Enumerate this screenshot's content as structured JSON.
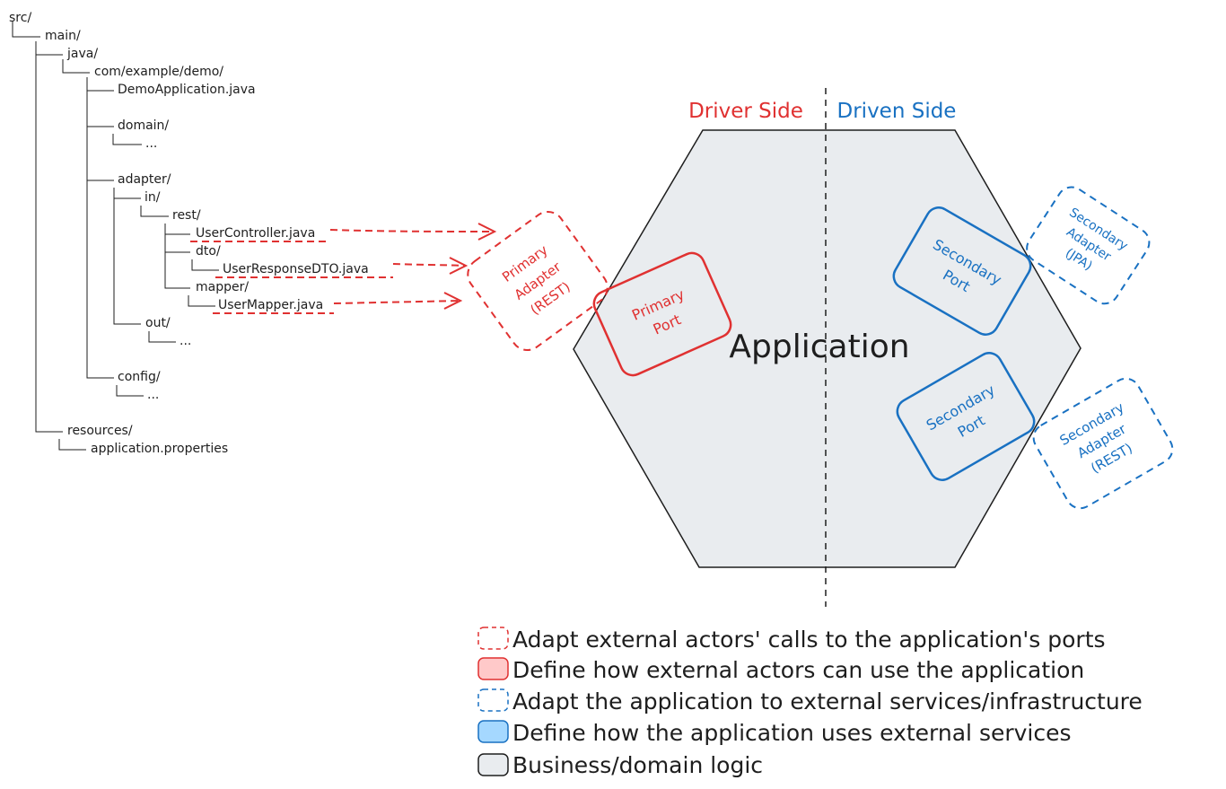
{
  "tree": {
    "items": [
      "src/",
      "main/",
      "java/",
      "com/example/demo/",
      "DemoApplication.java",
      "domain/",
      "...",
      "adapter/",
      "in/",
      "rest/",
      "UserController.java",
      "dto/",
      "UserResponseDTO.java",
      "mapper/",
      "UserMapper.java",
      "out/",
      "...",
      "config/",
      "...",
      "resources/",
      "application.properties"
    ]
  },
  "diagram": {
    "driver_side": "Driver Side",
    "driven_side": "Driven Side",
    "application": "Application",
    "primary_adapter": [
      "Primary",
      "Adapter",
      "(REST)"
    ],
    "primary_port": [
      "Primary",
      "Port"
    ],
    "secondary_port_top": [
      "Secondary",
      "Port"
    ],
    "secondary_port_bottom": [
      "Secondary",
      "Port"
    ],
    "secondary_adapter_jpa": [
      "Secondary",
      "Adapter",
      "(JPA)"
    ],
    "secondary_adapter_rest": [
      "Secondary",
      "Adapter",
      "(REST)"
    ]
  },
  "legend": {
    "items": [
      "Adapt external actors' calls to the application's ports",
      "Define how external actors can use the application",
      "Adapt the application to external services/infrastructure",
      "Define how the application uses external services",
      "Business/domain logic"
    ]
  },
  "colors": {
    "red": "#e03131",
    "red_fill": "#ffc9c9",
    "blue": "#1971c2",
    "blue_fill": "#a5d8ff",
    "gray_fill": "#e9ecef",
    "ink": "#1e1e1e"
  }
}
